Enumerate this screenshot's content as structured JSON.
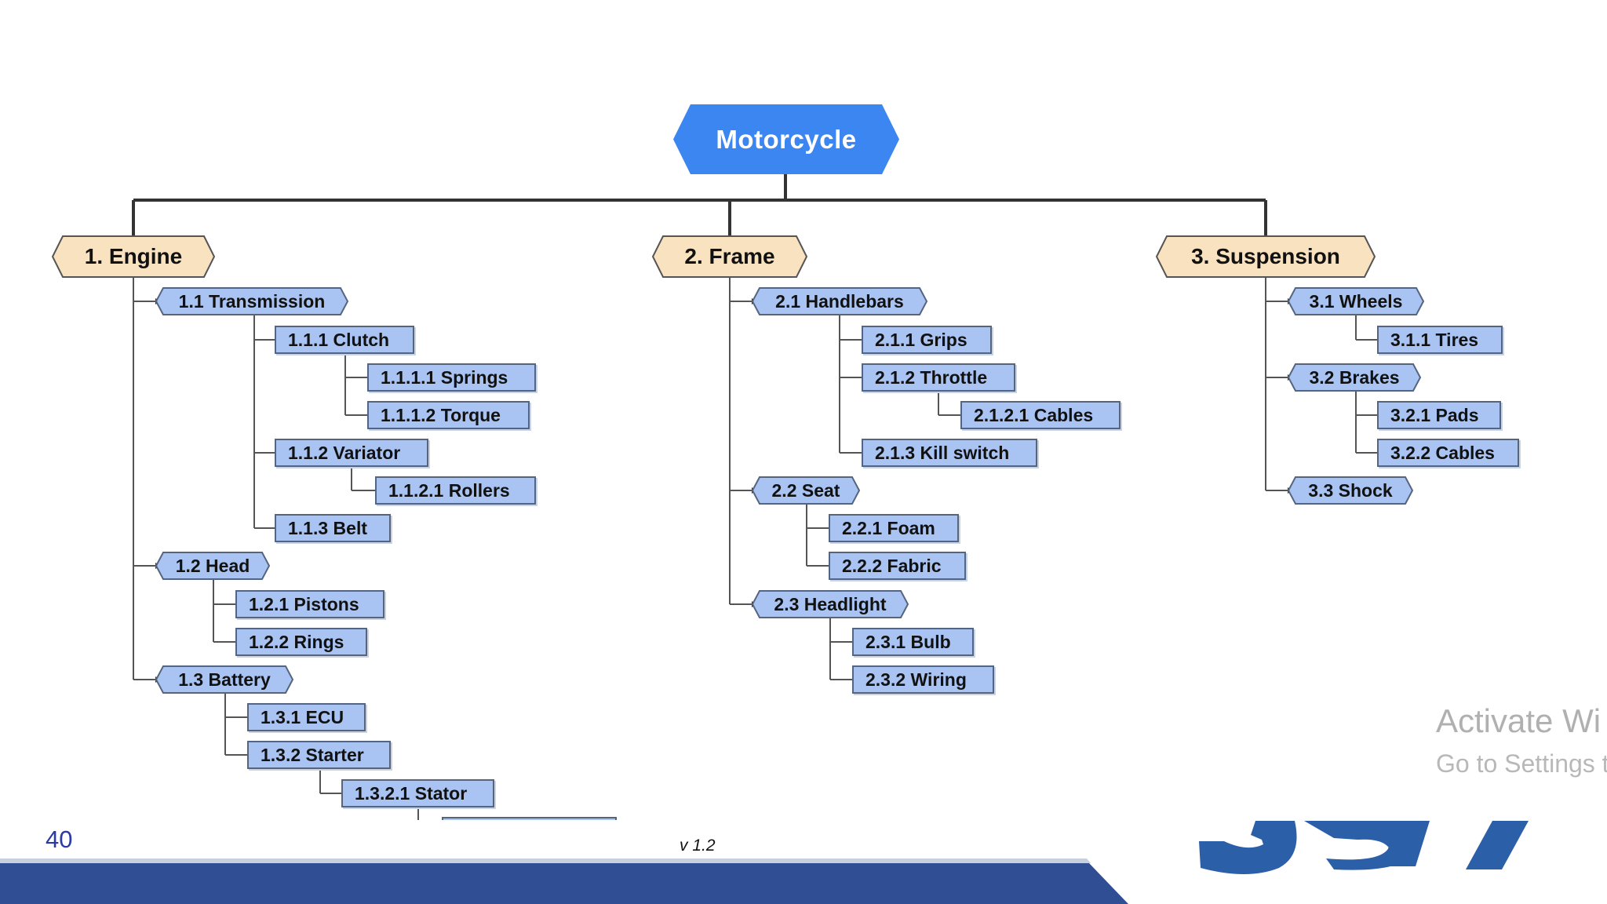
{
  "slide": {
    "page_number": "40",
    "version": "v 1.2"
  },
  "watermark": {
    "title": "Activate Wi",
    "subtitle": "Go to Settings t"
  },
  "colors": {
    "root": "#3b86f0",
    "level1": "#f9e2c0",
    "level2": "#a9c4f3",
    "footer_band": "#2f4e93",
    "logo": "#2b5fa8"
  },
  "wbs": {
    "root": "Motorcycle",
    "engine": {
      "title": "1. Engine",
      "transmission": "1.1 Transmission",
      "clutch": "1.1.1 Clutch",
      "springs": "1.1.1.1 Springs",
      "torque": "1.1.1.2 Torque",
      "variator": "1.1.2 Variator",
      "rollers": "1.1.2.1 Rollers",
      "belt": "1.1.3 Belt",
      "head": "1.2 Head",
      "pistons": "1.2.1 Pistons",
      "rings": "1.2.2 Rings",
      "battery": "1.3 Battery",
      "ecu": "1.3.1 ECU",
      "starter": "1.3.2 Starter",
      "stator": "1.3.2.1 Stator"
    },
    "frame": {
      "title": "2. Frame",
      "handlebars": "2.1 Handlebars",
      "grips": "2.1.1 Grips",
      "throttle": "2.1.2 Throttle",
      "cables": "2.1.2.1 Cables",
      "kill_switch": "2.1.3 Kill switch",
      "seat": "2.2 Seat",
      "foam": "2.2.1 Foam",
      "fabric": "2.2.2 Fabric",
      "headlight": "2.3 Headlight",
      "bulb": "2.3.1 Bulb",
      "wiring": "2.3.2 Wiring"
    },
    "suspension": {
      "title": "3. Suspension",
      "wheels": "3.1 Wheels",
      "tires": "3.1.1 Tires",
      "brakes": "3.2 Brakes",
      "pads": "3.2.1 Pads",
      "brake_cables": "3.2.2 Cables",
      "shock": "3.3 Shock"
    }
  }
}
